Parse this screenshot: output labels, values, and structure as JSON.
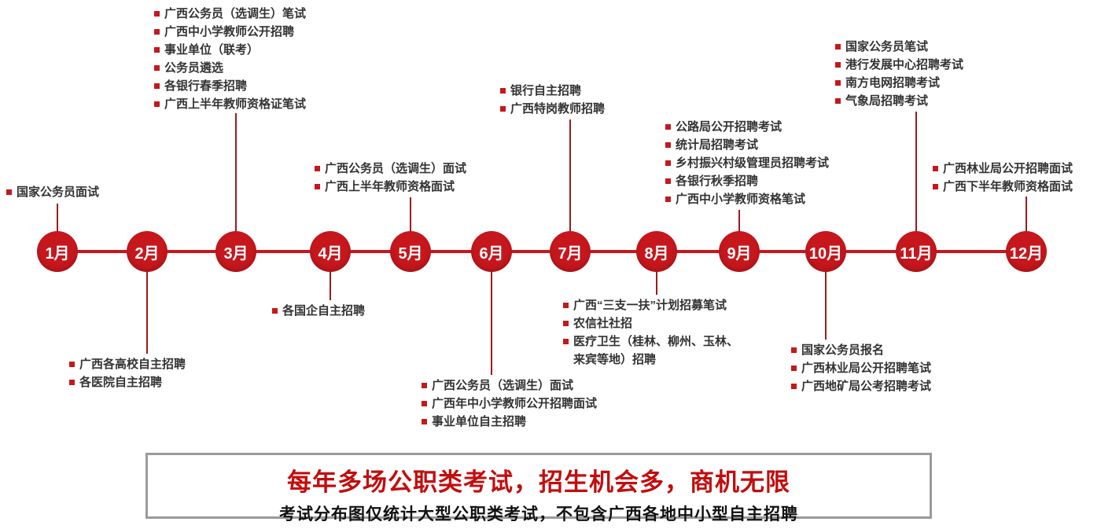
{
  "months": [
    {
      "label": "1月",
      "events": [
        "国家公务员面试"
      ]
    },
    {
      "label": "2月",
      "events": [
        "广西各高校自主招聘",
        "各医院自主招聘"
      ]
    },
    {
      "label": "3月",
      "events": [
        "广西公务员（选调生）笔试",
        "广西中小学教师公开招聘",
        "事业单位（联考）",
        "公务员遴选",
        "各银行春季招聘",
        "广西上半年教师资格证笔试"
      ]
    },
    {
      "label": "4月",
      "events": [
        "各国企自主招聘"
      ]
    },
    {
      "label": "5月",
      "events": [
        "广西公务员（选调生）面试",
        "广西上半年教师资格面试"
      ]
    },
    {
      "label": "6月",
      "events": [
        "广西公务员（选调生）面试",
        "广西年中小学教师公开招聘面试",
        "事业单位自主招聘"
      ]
    },
    {
      "label": "7月",
      "events": [
        "银行自主招聘",
        "广西特岗教师招聘"
      ]
    },
    {
      "label": "8月",
      "events": [
        "广西“三支一扶”计划招募笔试",
        "农信社社招",
        "医疗卫生（桂林、柳州、玉林、来宾等地）招聘"
      ]
    },
    {
      "label": "9月",
      "events": [
        "公路局公开招聘考试",
        "统计局招聘考试",
        "乡村振兴村级管理员招聘考试",
        "各银行秋季招聘",
        "广西中小学教师资格笔试"
      ]
    },
    {
      "label": "10月",
      "events": [
        "国家公务员报名",
        "广西林业局公开招聘笔试",
        "广西地矿局公考招聘考试"
      ]
    },
    {
      "label": "11月",
      "events": [
        "国家公务员笔试",
        "港行发展中心招聘考试",
        "南方电网招聘考试",
        "气象局招聘考试"
      ]
    },
    {
      "label": "12月",
      "events": [
        "广西林业局公开招聘面试",
        "广西下半年教师资格面试"
      ]
    }
  ],
  "banner": {
    "title": "每年多场公职类考试，招生机会多，商机无限",
    "subtitle": "考试分布图仅统计大型公职类考试，不包含广西各地中小型自主招聘"
  },
  "colors": {
    "accent_red": "#c6171d",
    "connector_red": "#9b1c1c",
    "banner_title_red": "#c30d0d",
    "text_dark": "#333333",
    "border_gray": "#9a9a9a"
  }
}
